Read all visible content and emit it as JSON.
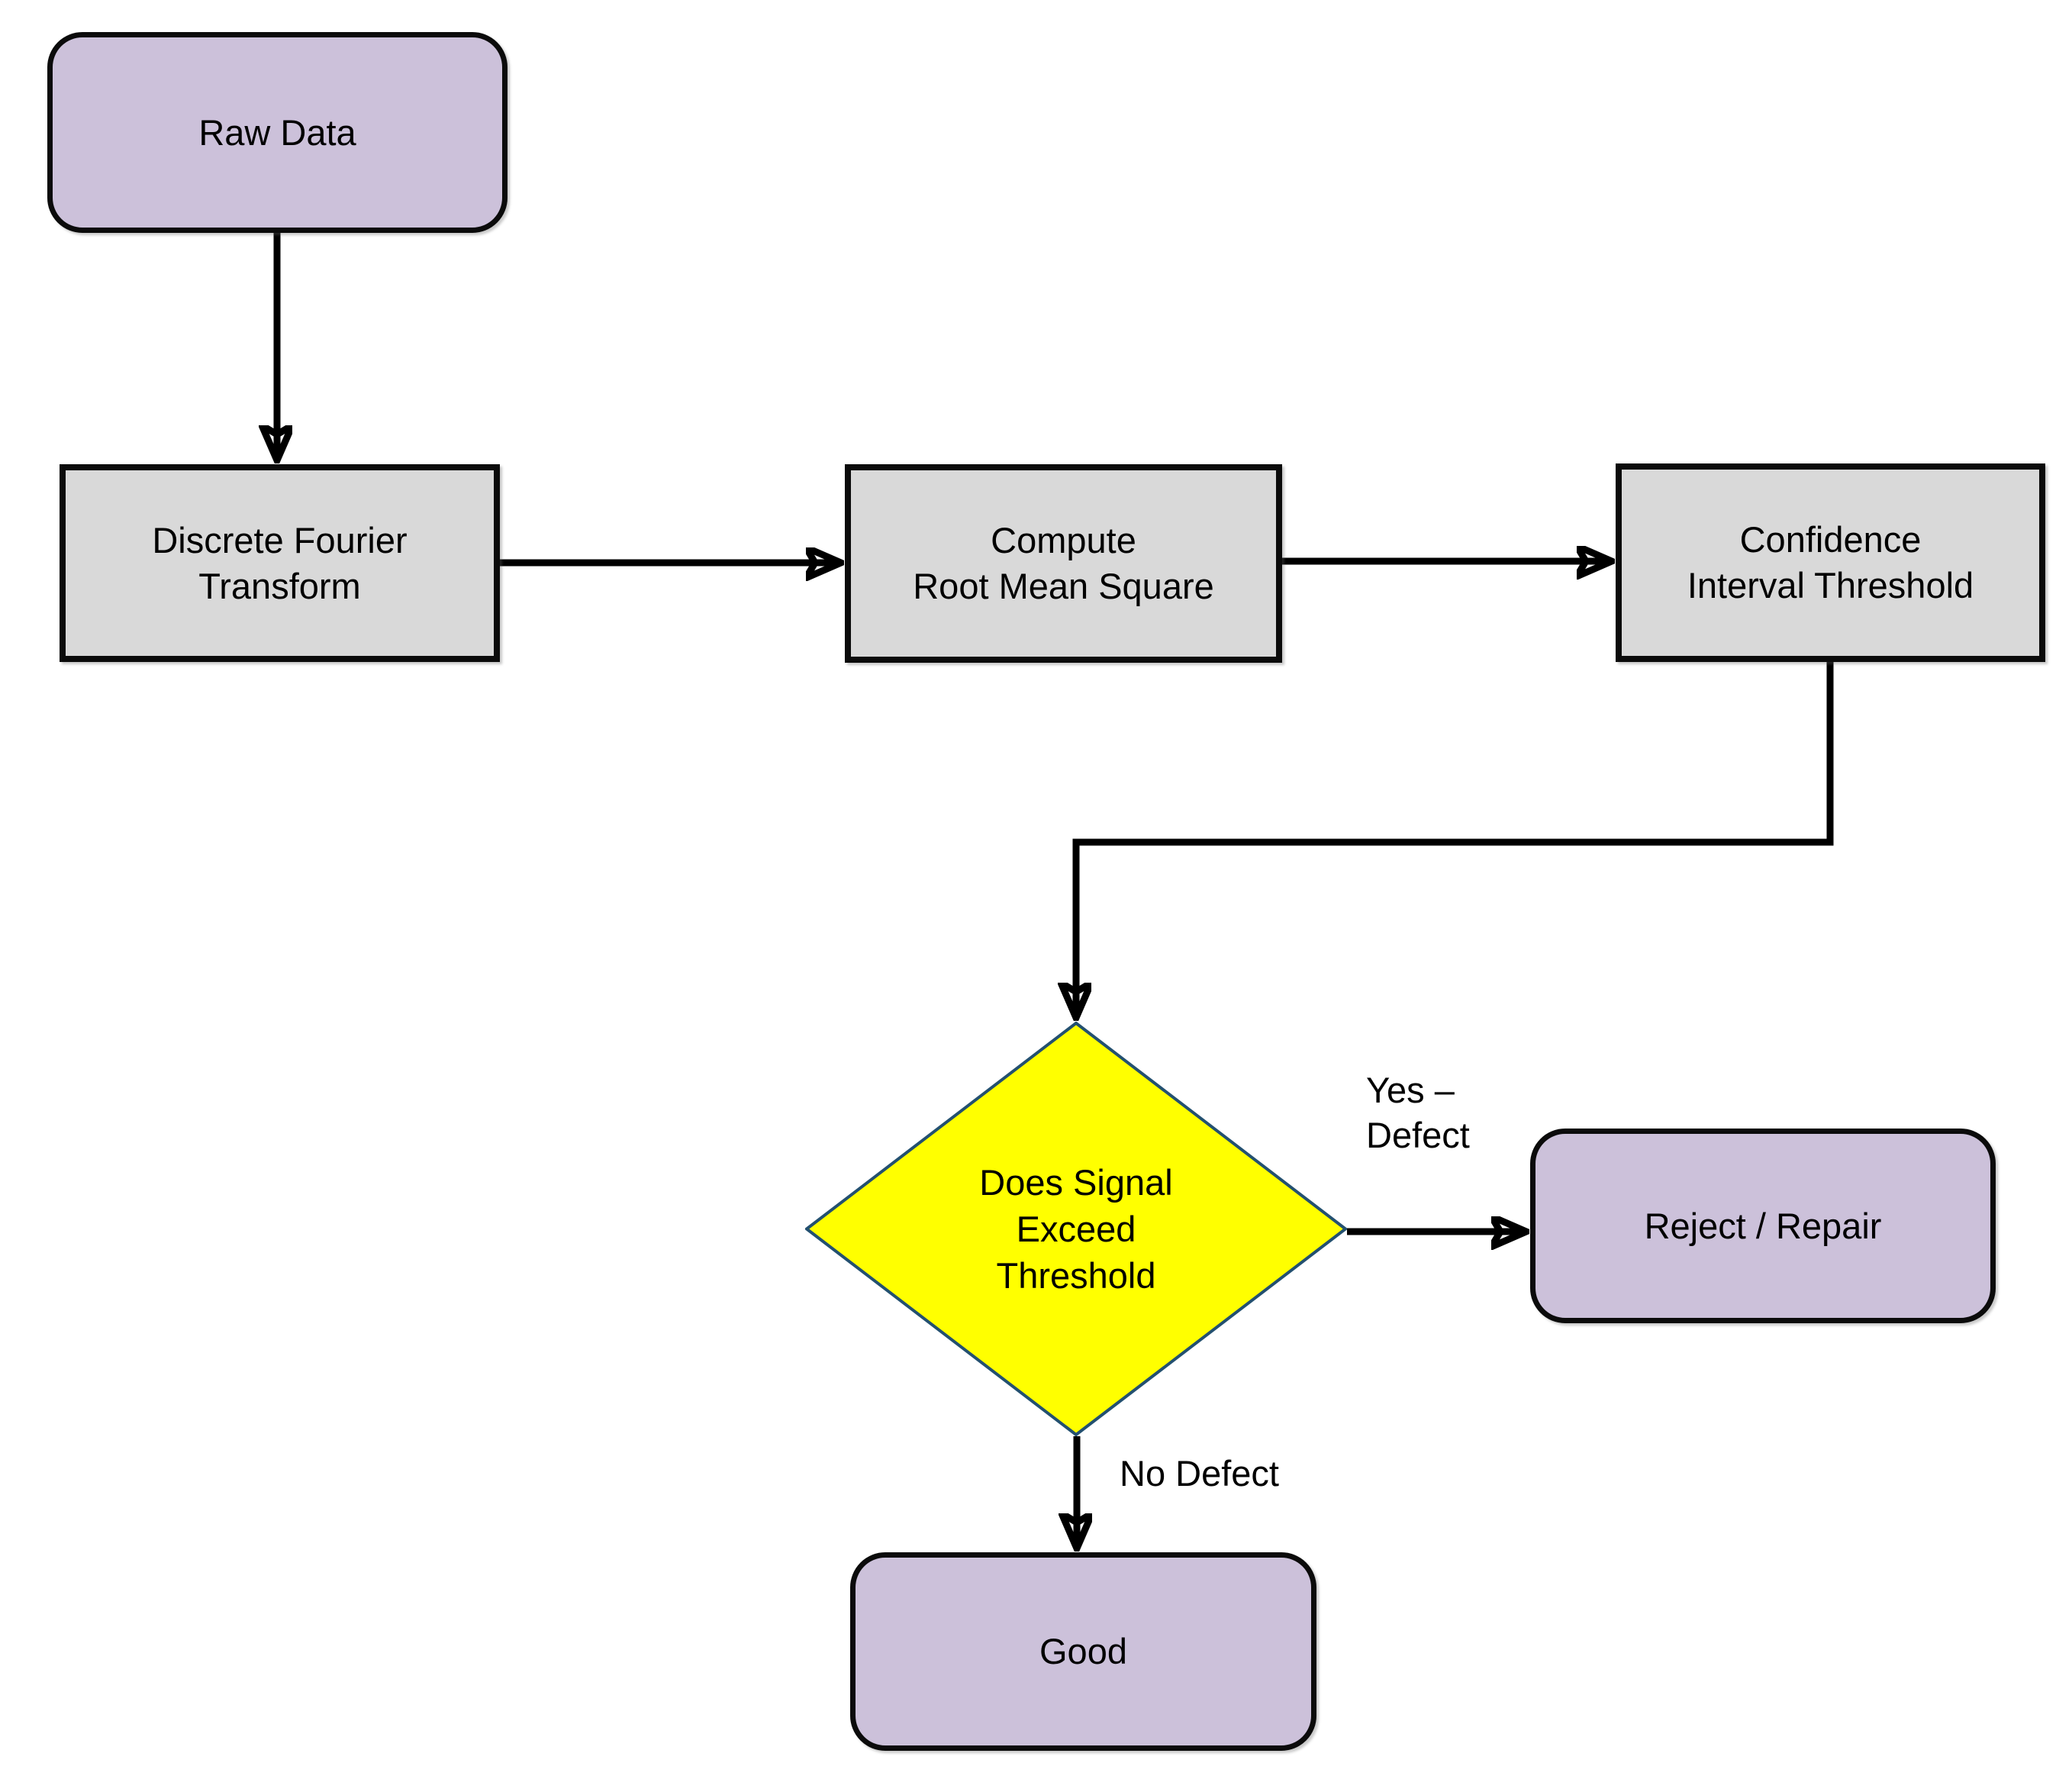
{
  "diagram": {
    "type": "flowchart",
    "nodes": {
      "raw_data": {
        "label": "Raw Data",
        "shape": "terminator"
      },
      "dft": {
        "label": "Discrete Fourier\nTransform",
        "shape": "process"
      },
      "rms": {
        "label": "Compute\nRoot Mean Square",
        "shape": "process"
      },
      "cit": {
        "label": "Confidence\nInterval Threshold",
        "shape": "process"
      },
      "decision": {
        "label": "Does Signal\nExceed\nThreshold",
        "shape": "decision"
      },
      "reject": {
        "label": "Reject / Repair",
        "shape": "terminator"
      },
      "good": {
        "label": "Good",
        "shape": "terminator"
      }
    },
    "edges": {
      "raw_to_dft": {
        "from": "raw_data",
        "to": "dft"
      },
      "dft_to_rms": {
        "from": "dft",
        "to": "rms"
      },
      "rms_to_cit": {
        "from": "rms",
        "to": "cit"
      },
      "cit_to_decision": {
        "from": "cit",
        "to": "decision"
      },
      "decision_to_reject": {
        "from": "decision",
        "to": "reject",
        "label": "Yes –\nDefect"
      },
      "decision_to_good": {
        "from": "decision",
        "to": "good",
        "label": "No Defect"
      }
    },
    "colors": {
      "terminator_fill": "#CCC1DA",
      "process_fill": "#D9D9D9",
      "decision_fill": "#FFFF00",
      "decision_border": "#235070",
      "line_color": "#000000",
      "text_color": "#000000"
    }
  }
}
